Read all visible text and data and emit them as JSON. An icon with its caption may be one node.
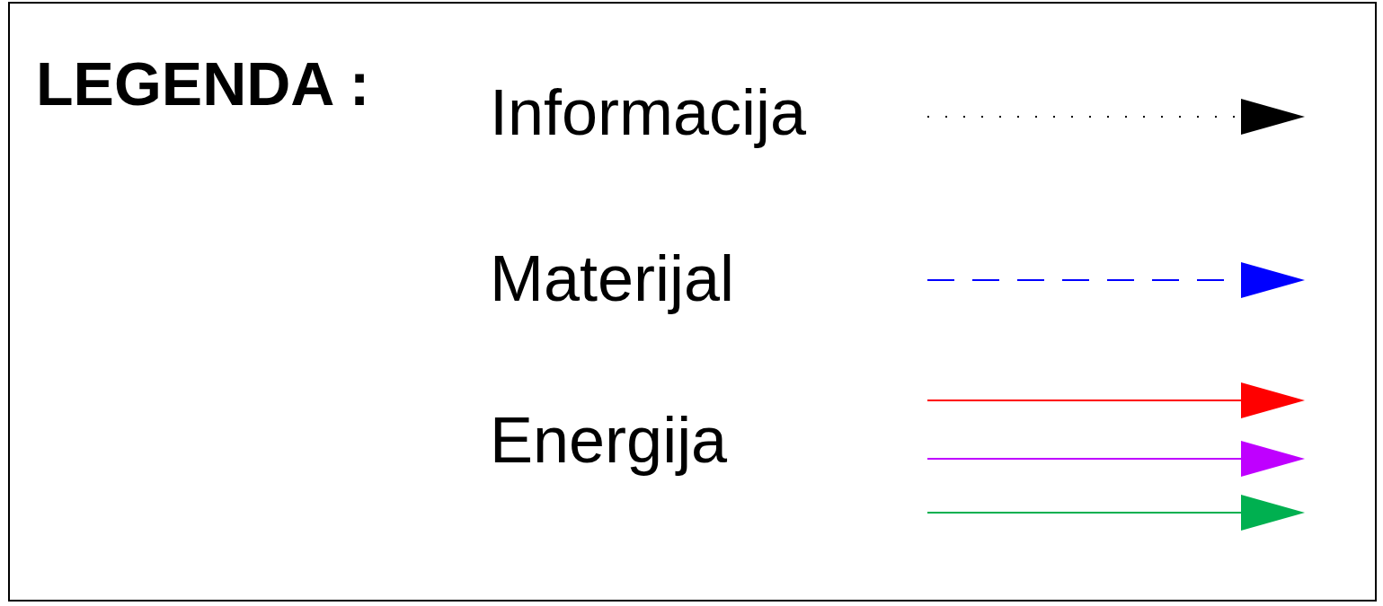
{
  "diagram": {
    "title": "LEGENDA :",
    "legend": [
      {
        "text": "Informacija"
      },
      {
        "text": "Materijal"
      },
      {
        "text": "Energija"
      }
    ]
  }
}
